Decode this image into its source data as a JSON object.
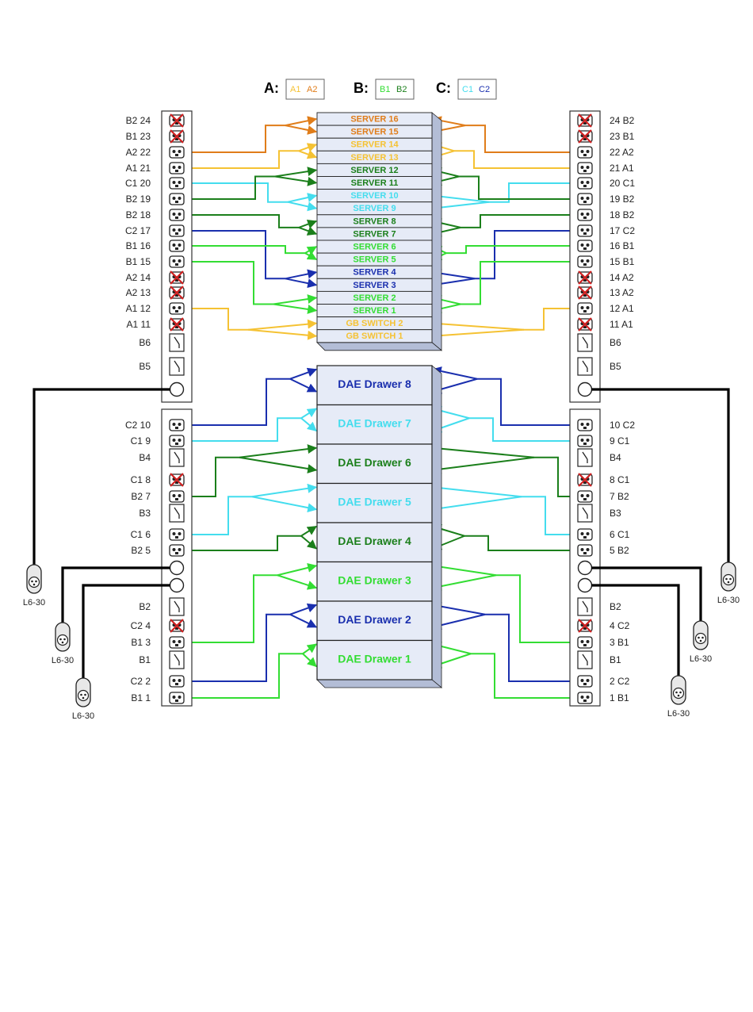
{
  "legend": [
    {
      "key": "A:",
      "items": [
        {
          "text": "A1",
          "color": "#f5c233"
        },
        {
          "text": "A2",
          "color": "#e07d1a"
        }
      ]
    },
    {
      "key": "B:",
      "items": [
        {
          "text": "B1",
          "color": "#33dd33"
        },
        {
          "text": "B2",
          "color": "#1b7f1b"
        }
      ]
    },
    {
      "key": "C:",
      "items": [
        {
          "text": "C1",
          "color": "#44ddee"
        },
        {
          "text": "C2",
          "color": "#1a2fae"
        }
      ]
    }
  ],
  "colors": {
    "A1": "#f5c233",
    "A2": "#e07d1a",
    "B1": "#33dd33",
    "B2": "#1b7f1b",
    "C1": "#44ddee",
    "C2": "#1a2fae",
    "unit_face": "#e6ebf7",
    "unit_edge": "#222222",
    "unit_shadow": "#b3bdd6"
  },
  "servers": [
    {
      "label": "SERVER 16",
      "phase": "A2"
    },
    {
      "label": "SERVER 15",
      "phase": "A2"
    },
    {
      "label": "SERVER 14",
      "phase": "A1"
    },
    {
      "label": "SERVER 13",
      "phase": "A1"
    },
    {
      "label": "SERVER 12",
      "phase": "B2"
    },
    {
      "label": "SERVER 11",
      "phase": "B2"
    },
    {
      "label": "SERVER 10",
      "phase": "C1"
    },
    {
      "label": "SERVER 9",
      "phase": "C1"
    },
    {
      "label": "SERVER 8",
      "phase": "B2"
    },
    {
      "label": "SERVER 7",
      "phase": "B2"
    },
    {
      "label": "SERVER 6",
      "phase": "B1"
    },
    {
      "label": "SERVER 5",
      "phase": "B1"
    },
    {
      "label": "SERVER 4",
      "phase": "C2"
    },
    {
      "label": "SERVER 3",
      "phase": "C2"
    },
    {
      "label": "SERVER 2",
      "phase": "B1"
    },
    {
      "label": "SERVER 1",
      "phase": "B1"
    },
    {
      "label": "GB SWITCH 2",
      "phase": "A1"
    },
    {
      "label": "GB SWITCH 1",
      "phase": "A1"
    }
  ],
  "daes": [
    {
      "label": "DAE Drawer 8",
      "phase": "C2"
    },
    {
      "label": "DAE Drawer 7",
      "phase": "C1"
    },
    {
      "label": "DAE Drawer 6",
      "phase": "B2"
    },
    {
      "label": "DAE Drawer 5",
      "phase": "C1"
    },
    {
      "label": "DAE Drawer 4",
      "phase": "B2"
    },
    {
      "label": "DAE Drawer 3",
      "phase": "B1"
    },
    {
      "label": "DAE Drawer 2",
      "phase": "C2"
    },
    {
      "label": "DAE Drawer 1",
      "phase": "B1"
    }
  ],
  "upper_pdu_ports": [
    {
      "left": "B2 24",
      "right": "24 B2",
      "type": "x"
    },
    {
      "left": "B1 23",
      "right": "23 B1",
      "type": "x"
    },
    {
      "left": "A2 22",
      "right": "22 A2",
      "type": "o"
    },
    {
      "left": "A1 21",
      "right": "21 A1",
      "type": "o"
    },
    {
      "left": "C1 20",
      "right": "20 C1",
      "type": "o"
    },
    {
      "left": "B2 19",
      "right": "19 B2",
      "type": "o"
    },
    {
      "left": "B2 18",
      "right": "18 B2",
      "type": "o"
    },
    {
      "left": "C2 17",
      "right": "17 C2",
      "type": "o"
    },
    {
      "left": "B1 16",
      "right": "16 B1",
      "type": "o"
    },
    {
      "left": "B1 15",
      "right": "15 B1",
      "type": "o"
    },
    {
      "left": "A2 14",
      "right": "14 A2",
      "type": "x"
    },
    {
      "left": "A2 13",
      "right": "13 A2",
      "type": "x"
    },
    {
      "left": "A1 12",
      "right": "12 A1",
      "type": "o"
    },
    {
      "left": "A1 11",
      "right": "11 A1",
      "type": "x"
    }
  ],
  "upper_pdu_breakers": [
    "B6",
    "B5"
  ],
  "lower_pdu_rows": [
    {
      "left": "C2 10",
      "right": "10 C2",
      "type": "o"
    },
    {
      "left": "C1  9",
      "right": "9  C1",
      "type": "o"
    },
    {
      "left": "B4",
      "right": "B4",
      "type": "b"
    },
    {
      "left": "C1  8",
      "right": "8  C1",
      "type": "x"
    },
    {
      "left": "B2  7",
      "right": "7  B2",
      "type": "o"
    },
    {
      "left": "B3",
      "right": "B3",
      "type": "b"
    },
    {
      "left": "C1  6",
      "right": "6  C1",
      "type": "o"
    },
    {
      "left": "B2  5",
      "right": "5  B2",
      "type": "o"
    },
    {
      "left": "",
      "right": "",
      "type": "c"
    },
    {
      "left": "",
      "right": "",
      "type": "c"
    },
    {
      "left": "B2",
      "right": "B2",
      "type": "b"
    },
    {
      "left": "C2  4",
      "right": "4  C2",
      "type": "x"
    },
    {
      "left": "B1  3",
      "right": "3  B1",
      "type": "o"
    },
    {
      "left": "B1",
      "right": "B1",
      "type": "b"
    },
    {
      "left": "C2  2",
      "right": "2  C2",
      "type": "o"
    },
    {
      "left": "B1  1",
      "right": "1  B1",
      "type": "o"
    }
  ],
  "plug_label": "L6-30"
}
